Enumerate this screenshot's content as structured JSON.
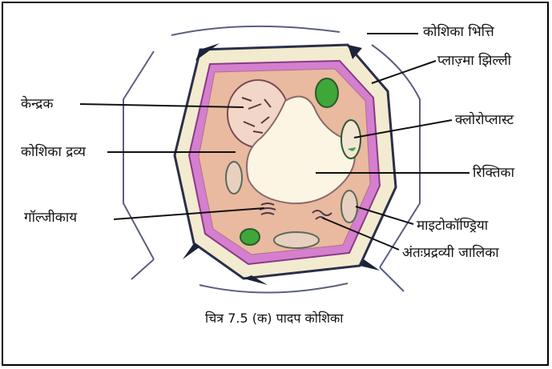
{
  "figure": {
    "caption": "चित्र 7.5 (क) पादप कोशिका",
    "labels": {
      "cell_wall": "कोशिका भित्ति",
      "plasma_membrane": "प्लाज़्मा झिल्ली",
      "nucleus": "केन्द्रक",
      "chloroplast": "क्लोरोप्लास्ट",
      "cytoplasm": "कोशिका द्रव्य",
      "vacuole": "रिक्तिका",
      "golgi": "गॉल्जीकाय",
      "mitochondria": "माइटोकॉण्ड्रिया",
      "er": "अंतःप्रद्रव्यी जालिका"
    }
  },
  "colors": {
    "wall": "#f3ebcf",
    "membrane": "#d57fcf",
    "cytoplasm": "#e9b9a0",
    "vacuole": "#fdf5e4",
    "chloroplast": "#3fa63a",
    "intercellular": "#1c2238"
  }
}
